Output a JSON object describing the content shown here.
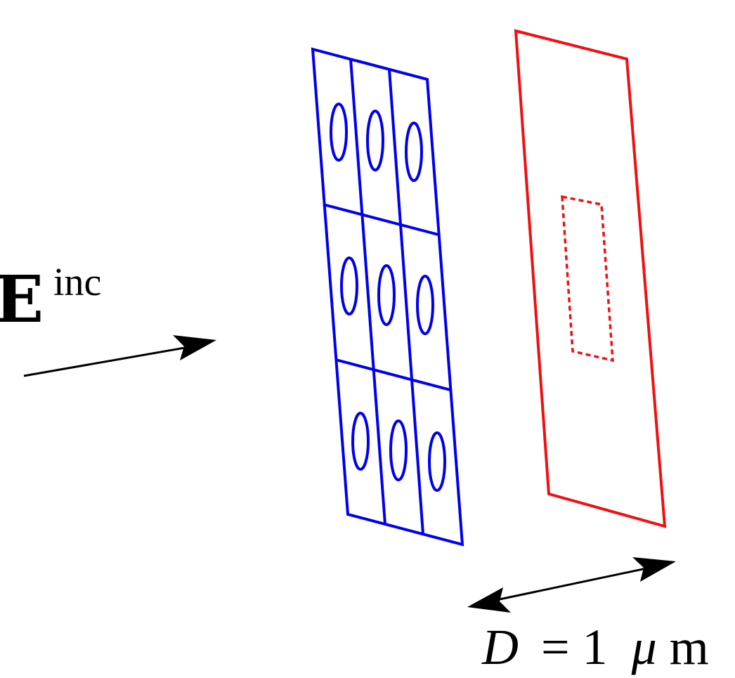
{
  "colors": {
    "metasurface": "#0000ee",
    "detector": "#ee1111",
    "arrow": "#000000",
    "text": "#000000"
  },
  "labels": {
    "field_main": "E",
    "field_sup": "inc",
    "distance_var": "D",
    "distance_eq": "= 1",
    "distance_unit_mu": "μ",
    "distance_unit_m": "m"
  },
  "metasurface": {
    "rows": 3,
    "cols": 3
  }
}
